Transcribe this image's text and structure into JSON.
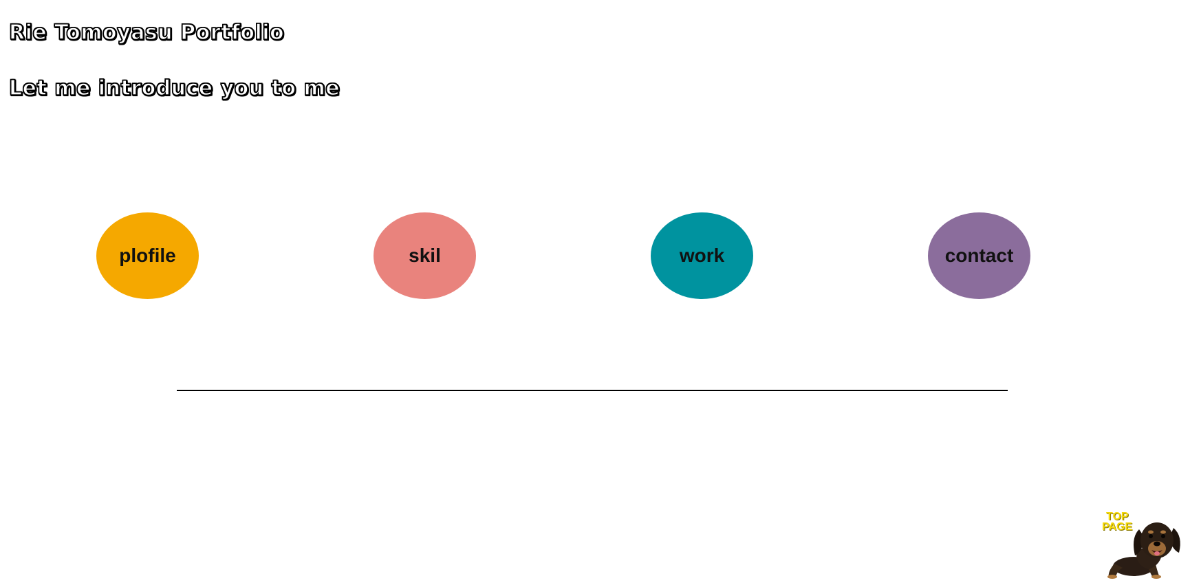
{
  "header": {
    "title": "Rie Tomoyasu Portfolio",
    "subtitle": "Let me introduce you to me"
  },
  "nav": {
    "items": [
      {
        "label": "plofile",
        "color": "#f5a800"
      },
      {
        "label": "skil",
        "color": "#e9837d"
      },
      {
        "label": "work",
        "color": "#00939f"
      },
      {
        "label": "contact",
        "color": "#8b6d9c"
      }
    ]
  },
  "footer": {
    "top_page_line1": "TOP",
    "top_page_line2": "PAGE",
    "top_page_icon": "dachshund-dog-icon",
    "top_page_color": "#f5d90a"
  }
}
